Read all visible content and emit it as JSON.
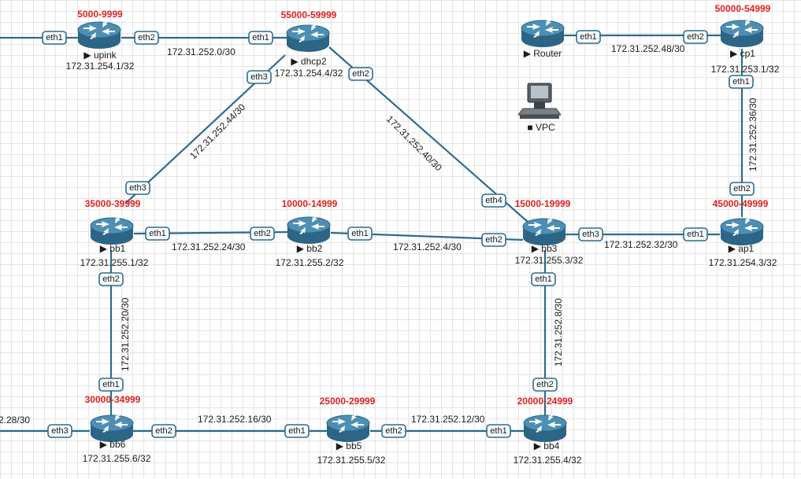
{
  "nodes": {
    "upink": {
      "range": "5000-9999",
      "name": "▶ upink",
      "addr": "172.31.254.1/32"
    },
    "dhcp2": {
      "range": "55000-59999",
      "name": "▶ dhcp2",
      "addr": "172.31.254.4/32"
    },
    "router": {
      "range": "",
      "name": "▶ Router",
      "addr": ""
    },
    "cp1": {
      "range": "50000-54999",
      "name": "▶ cp1",
      "addr": "172.31.253.1/32"
    },
    "vpc": {
      "name": "■ VPC"
    },
    "bb1": {
      "range": "35000-39999",
      "name": "▶ bb1",
      "addr": "172.31.255.1/32"
    },
    "bb2": {
      "range": "10000-14999",
      "name": "▶ bb2",
      "addr": "172.31.255.2/32"
    },
    "bb3": {
      "range": "15000-19999",
      "name": "▶ bb3",
      "addr": "172.31.255.3/32"
    },
    "ap1": {
      "range": "45000-49999",
      "name": "▶ ap1",
      "addr": "172.31.254.3/32"
    },
    "bb6": {
      "range": "30000-34999",
      "name": "▶ bb6",
      "addr": "172.31.255.6/32"
    },
    "bb5": {
      "range": "25000-29999",
      "name": "▶ bb5",
      "addr": "172.31.255.5/32"
    },
    "bb4": {
      "range": "20000-24999",
      "name": "▶ bb4",
      "addr": "172.31.255.4/32"
    }
  },
  "links": {
    "upink_dhcp2": "172.31.252.0/30",
    "dhcp2_bb1": "172.31.252.44/30",
    "dhcp2_bb3": "172.31.252.40/30",
    "router_cp1": "172.31.252.48/30",
    "cp1_ap1": "172.31.252.36/30",
    "bb1_bb2": "172.31.252.24/30",
    "bb2_bb3": "172.31.252.4/30",
    "bb3_ap1": "172.31.252.32/30",
    "bb1_bb6": "172.31.252.20/30",
    "bb3_bb4": "172.31.252.8/30",
    "bb6_bb5": "172.31.252.16/30",
    "bb5_bb4": "172.31.252.12/30",
    "bb6_left": "2.28/30"
  },
  "ports": {
    "eth1": "eth1",
    "eth2": "eth2",
    "eth3": "eth3",
    "eth4": "eth4"
  },
  "colors": {
    "link": "#2e6b8f",
    "router_top": "#4d8fb4",
    "router_side": "#2c6585",
    "range_label": "#e02020"
  }
}
